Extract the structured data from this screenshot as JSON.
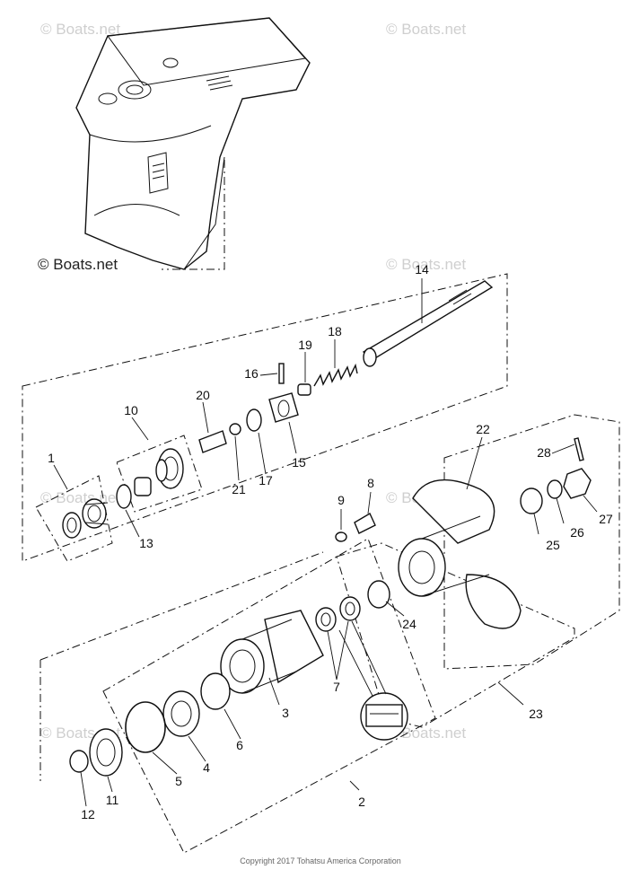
{
  "watermarks": [
    "© Boats.net",
    "© Boats.net",
    "© Boats.net",
    "© Boats.net",
    "© Boats.net",
    "© Boats.net",
    "© Boats.net",
    "© Boats.net"
  ],
  "copyright": "Copyright 2017 Tohatsu America Corporation",
  "callouts": [
    "1",
    "2",
    "3",
    "4",
    "5",
    "6",
    "7",
    "8",
    "9",
    "10",
    "11",
    "12",
    "13",
    "14",
    "15",
    "16",
    "17",
    "18",
    "19",
    "20",
    "21",
    "22",
    "23",
    "24",
    "25",
    "26",
    "27",
    "28"
  ]
}
